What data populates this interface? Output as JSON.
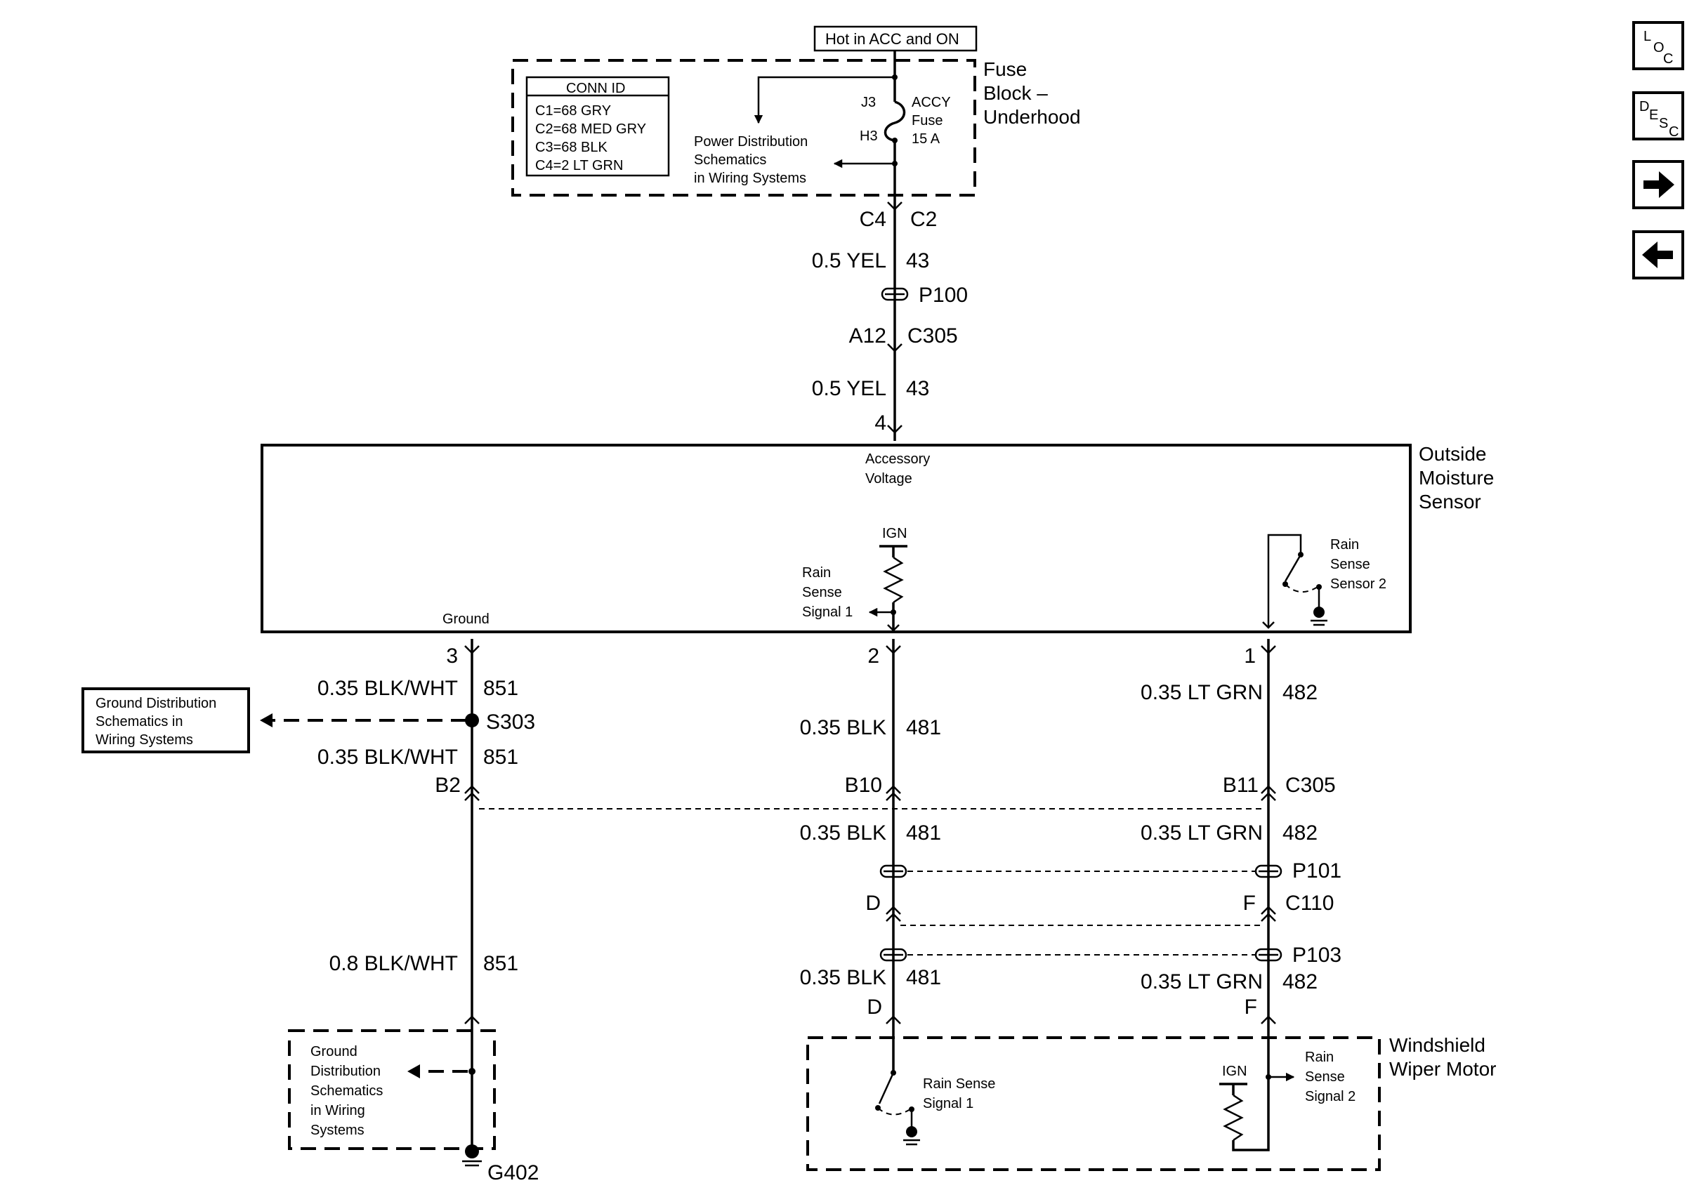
{
  "header": {
    "hot_label": "Hot in ACC and ON"
  },
  "fuse_block": {
    "title_line1": "Fuse",
    "title_line2": "Block –",
    "title_line3": "Underhood",
    "conn_id_title": "CONN ID",
    "conn_ids": [
      "C1=68 GRY",
      "C2=68 MED GRY",
      "C3=68 BLK",
      "C4=2 LT GRN"
    ],
    "j3": "J3",
    "h3": "H3",
    "fuse_line1": "ACCY",
    "fuse_line2": "Fuse",
    "fuse_line3": "15 A",
    "power_dist_line1": "Power Distribution",
    "power_dist_line2": "Schematics",
    "power_dist_line3": "in Wiring Systems"
  },
  "upper_circuit": {
    "conn_left": "C4",
    "conn_right": "C2",
    "wire1_left": "0.5 YEL",
    "wire1_right": "43",
    "p100": "P100",
    "conn2_left": "A12",
    "conn2_right": "C305",
    "wire2_left": "0.5 YEL",
    "wire2_right": "43",
    "pin": "4"
  },
  "sensor": {
    "title_line1": "Outside",
    "title_line2": "Moisture",
    "title_line3": "Sensor",
    "accessory_line1": "Accessory",
    "accessory_line2": "Voltage",
    "ign": "IGN",
    "signal1_line1": "Rain",
    "signal1_line2": "Sense",
    "signal1_line3": "Signal 1",
    "sensor2_line1": "Rain",
    "sensor2_line2": "Sense",
    "sensor2_line3": "Sensor 2",
    "ground": "Ground"
  },
  "ground_circuit": {
    "pin": "3",
    "wire1_left": "0.35 BLK/WHT",
    "wire1_right": "851",
    "splice": "S303",
    "wire2_left": "0.35 BLK/WHT",
    "wire2_right": "851",
    "conn": "B2",
    "wire3_left": "0.8 BLK/WHT",
    "wire3_right": "851",
    "ground_ref_line1": "Ground Distribution",
    "ground_ref_line2": "Schematics in",
    "ground_ref_line3": "Wiring Systems",
    "lower_ref_line1": "Ground",
    "lower_ref_line2": "Distribution",
    "lower_ref_line3": "Schematics",
    "lower_ref_line4": "in Wiring",
    "lower_ref_line5": "Systems",
    "g402": "G402"
  },
  "signal1_circuit": {
    "pin": "2",
    "wire1_left": "0.35 BLK",
    "wire1_right": "481",
    "conn": "B10",
    "wire2_left": "0.35 BLK",
    "wire2_right": "481",
    "conn2": "D",
    "wire3_left": "0.35 BLK",
    "wire3_right": "481",
    "conn3": "D"
  },
  "signal2_circuit": {
    "pin": "1",
    "wire1_left": "0.35 LT GRN",
    "wire1_right": "482",
    "conn": "B11",
    "conn_name": "C305",
    "wire2_left": "0.35 LT GRN",
    "wire2_right": "482",
    "p101": "P101",
    "conn2": "F",
    "conn2_name": "C110",
    "p103": "P103",
    "wire3_left": "0.35 LT GRN",
    "wire3_right": "482",
    "conn3": "F"
  },
  "wiper": {
    "title_line1": "Windshield",
    "title_line2": "Wiper Motor",
    "signal1_line1": "Rain Sense",
    "signal1_line2": "Signal 1",
    "ign": "IGN",
    "signal2_line1": "Rain",
    "signal2_line2": "Sense",
    "signal2_line3": "Signal 2"
  },
  "nav": {
    "loc_l": "L",
    "loc_o": "O",
    "loc_c": "C",
    "desc_d": "D",
    "desc_e": "E",
    "desc_s": "S",
    "desc_c": "C",
    "forward_icon": "arrow-right-icon",
    "back_icon": "arrow-left-icon"
  }
}
